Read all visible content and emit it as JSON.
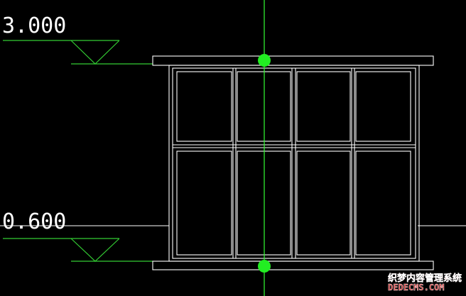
{
  "canvas": {
    "background": "#000000"
  },
  "elevations": [
    {
      "id": "top",
      "value": "3.000"
    },
    {
      "id": "bottom",
      "value": "0.600"
    }
  ],
  "colors": {
    "elevation_lines": "#33cc33",
    "elevation_text": "#ffffff",
    "window_frame": "#ffffff",
    "wall_lines": "#ffffff",
    "centerline": "#33ff33",
    "grip_points": "#22ee22",
    "watermark": "#cc3333"
  },
  "window": {
    "rows": 2,
    "columns": 4
  },
  "grips": [
    {
      "id": "grip-top",
      "type": "grip-point"
    },
    {
      "id": "grip-bottom",
      "type": "grip-point"
    }
  ],
  "watermark": {
    "line1": "织梦内容管理系统",
    "line2": "DEDECMS.COM"
  }
}
